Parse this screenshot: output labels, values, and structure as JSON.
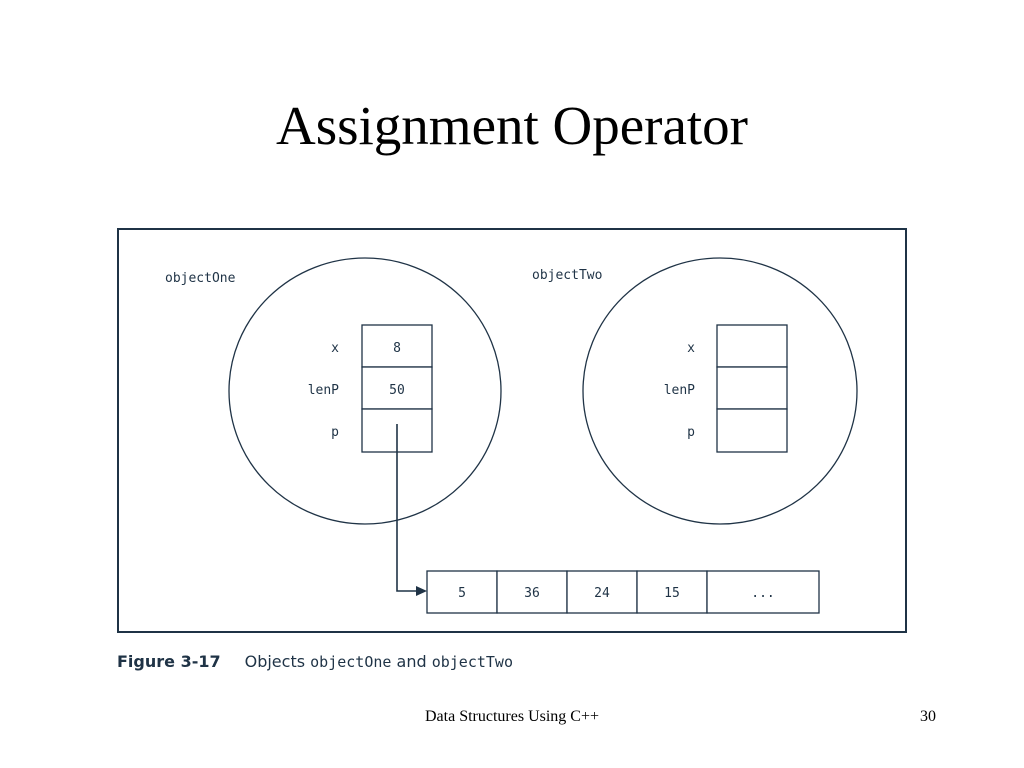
{
  "slide": {
    "title": "Assignment Operator",
    "footer_text": "Data Structures Using C++",
    "page_number": "30"
  },
  "diagram": {
    "object_one": {
      "name": "objectOne",
      "fields": [
        {
          "label": "x",
          "value": "8"
        },
        {
          "label": "lenP",
          "value": "50"
        },
        {
          "label": "p",
          "value": ""
        }
      ]
    },
    "object_two": {
      "name": "objectTwo",
      "fields": [
        {
          "label": "x",
          "value": ""
        },
        {
          "label": "lenP",
          "value": ""
        },
        {
          "label": "p",
          "value": ""
        }
      ]
    },
    "array_cells": [
      "5",
      "36",
      "24",
      "15",
      "..."
    ]
  },
  "caption": {
    "figure_label": "Figure 3-17",
    "text_before": "Objects ",
    "name_one": "objectOne",
    "text_middle": " and ",
    "name_two": "objectTwo"
  },
  "colors": {
    "diagram_ink": "#1f3346"
  }
}
